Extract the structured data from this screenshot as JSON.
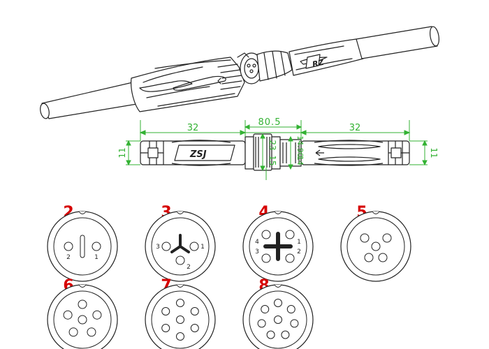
{
  "colors": {
    "line": "#222222",
    "dimension": "#33b233",
    "pin_count": "#d60000",
    "background": "#ffffff"
  },
  "connector_iso": {
    "brand_marks": [
      "RZ",
      "ZSJ"
    ]
  },
  "dimensions": {
    "overall": "80.5",
    "left_length": "32",
    "right_length": "32",
    "left_diameter": "11",
    "right_diameter": "11",
    "coupling_outer": "23",
    "coupling_inner": "15",
    "coupling_right_outer": "14.90",
    "coupling_right_inner": "14"
  },
  "pinouts": [
    {
      "count": "2",
      "pins": 2,
      "labels": [
        "2",
        "1"
      ]
    },
    {
      "count": "3",
      "pins": 3,
      "labels": [
        "3",
        "1",
        "2"
      ]
    },
    {
      "count": "4",
      "pins": 4,
      "labels": [
        "4",
        "1",
        "3",
        "2"
      ]
    },
    {
      "count": "5",
      "pins": 5,
      "labels": []
    },
    {
      "count": "6",
      "pins": 6,
      "labels": []
    },
    {
      "count": "7",
      "pins": 7,
      "labels": []
    },
    {
      "count": "8",
      "pins": 8,
      "labels": []
    }
  ]
}
